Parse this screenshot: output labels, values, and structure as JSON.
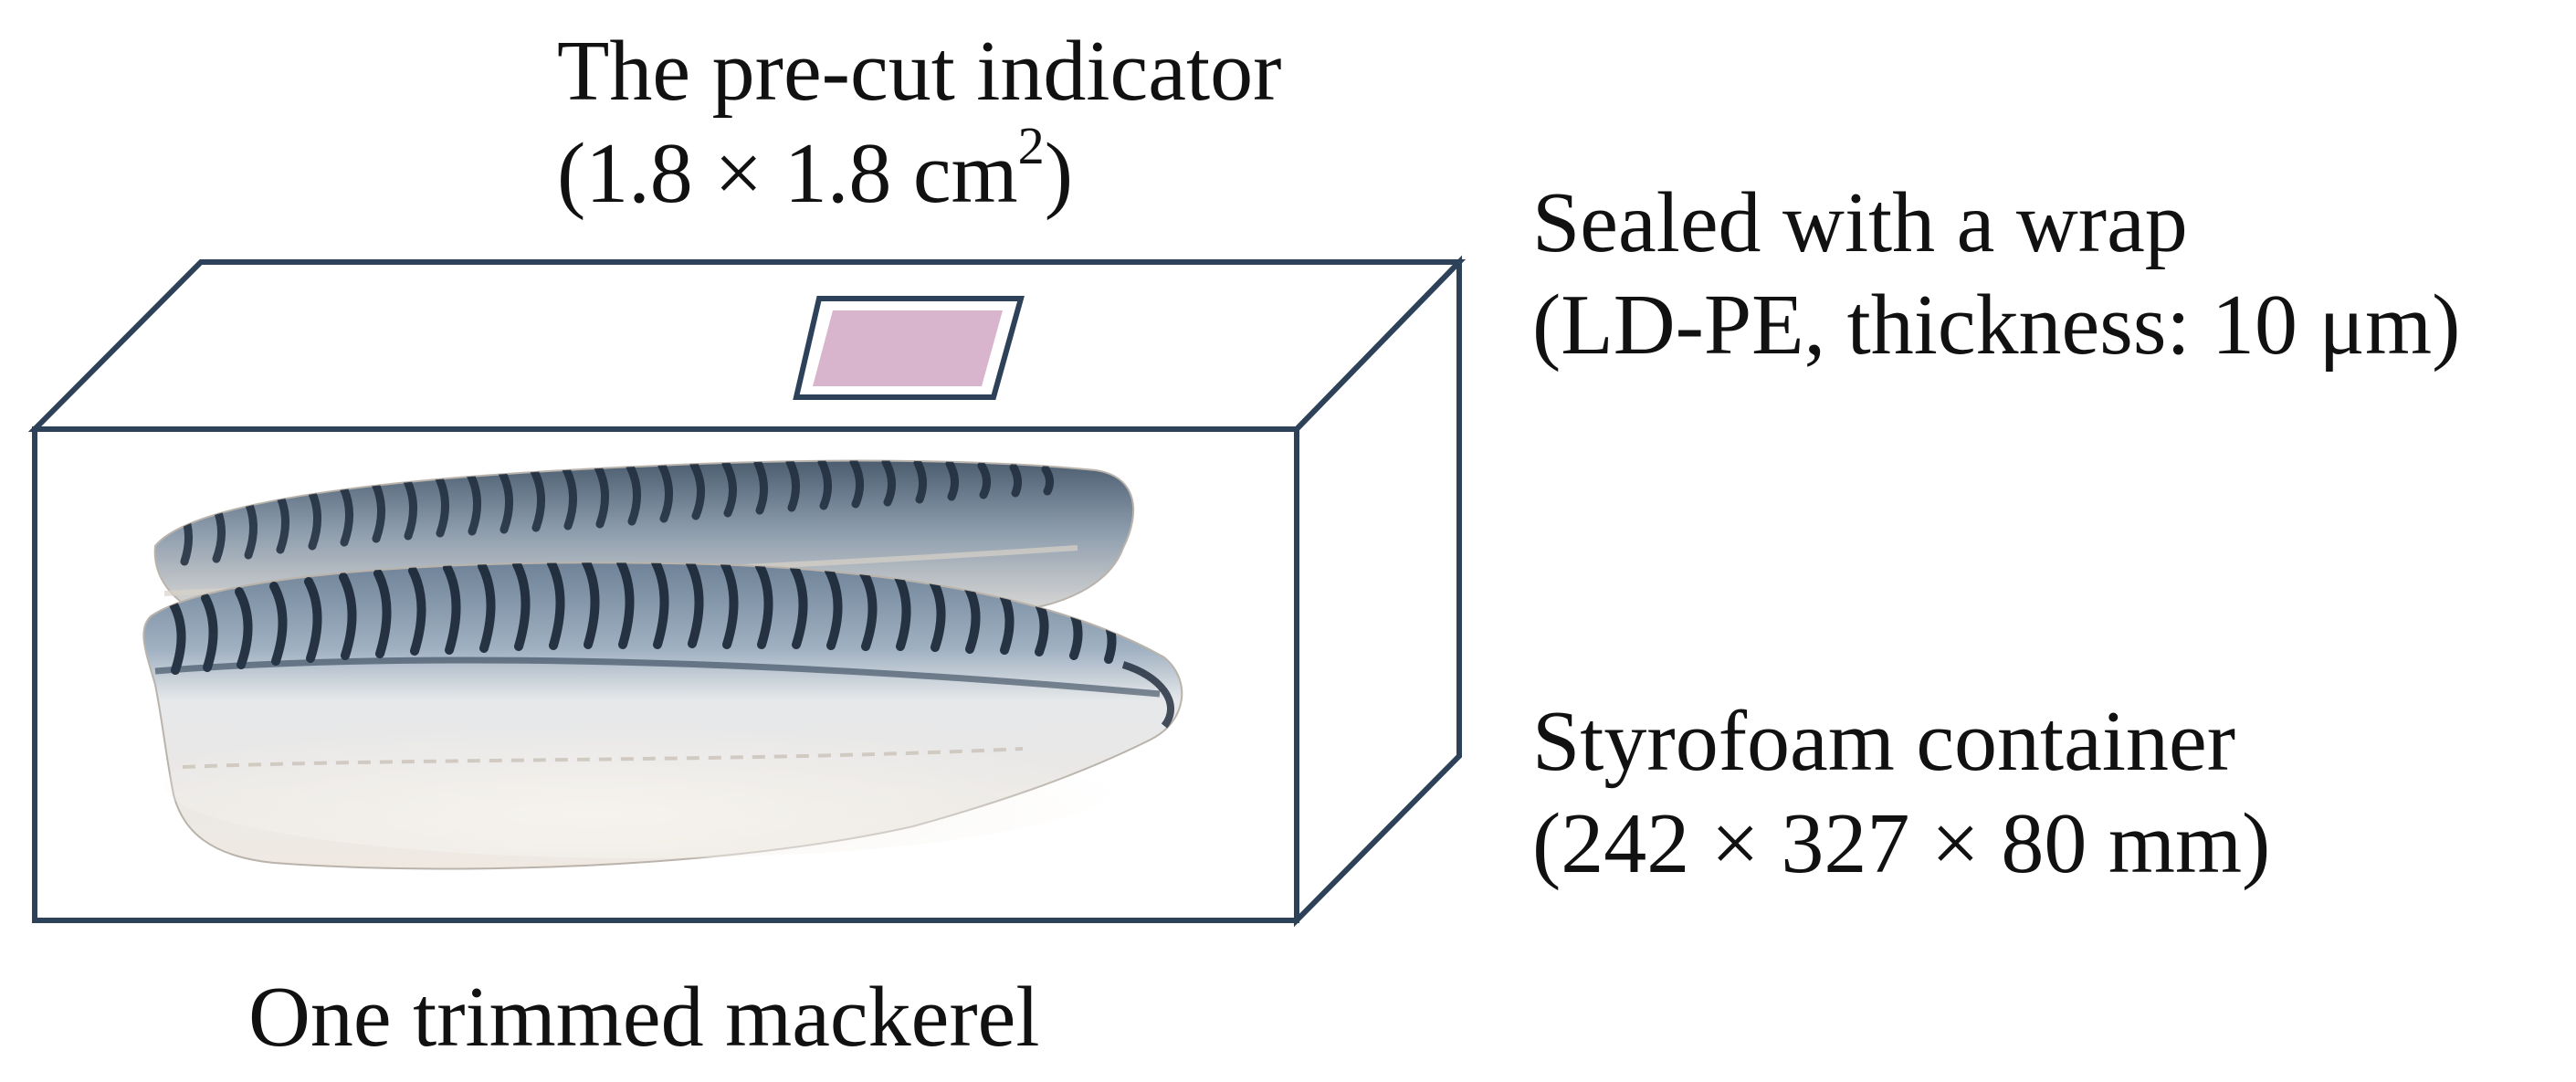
{
  "labels": {
    "indicator_line1": "The pre-cut indicator",
    "indicator_line2_prefix": "(1.8 × 1.8 cm",
    "indicator_line2_sup": "2",
    "indicator_line2_suffix": ")",
    "wrap_line1": "Sealed with a wrap",
    "wrap_line2": "(LD-PE, thickness: 10 μm)",
    "container_line1": "Styrofoam container",
    "container_line2": "(242 × 327 × 80 mm)",
    "fish_label": "One trimmed mackerel"
  },
  "colors": {
    "box_outline": "#2d4258",
    "indicator_fill": "#d8b5cc",
    "fish_skin_light": "#ece7e1",
    "fish_stripe": "#263447"
  },
  "icons": {
    "fish": "mackerel-fillet",
    "indicator": "pre-cut-indicator-square"
  }
}
